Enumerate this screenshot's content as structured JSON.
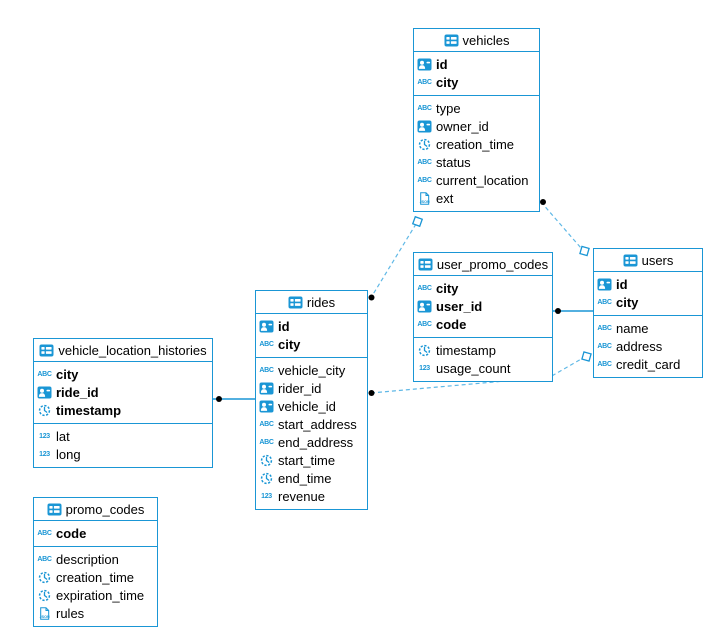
{
  "diagram": {
    "colors": {
      "accent": "#1a96d5",
      "wire": "#5fb8e6",
      "marker_dot": "#000000",
      "background": "#ffffff"
    },
    "icon_glyphs": {
      "string": "ABC",
      "number": "123",
      "json": "JSON"
    },
    "tables": [
      {
        "name": "vehicles",
        "key_columns": [
          {
            "name": "id",
            "type": "uuid"
          },
          {
            "name": "city",
            "type": "string"
          }
        ],
        "columns": [
          {
            "name": "type",
            "type": "string"
          },
          {
            "name": "owner_id",
            "type": "uuid"
          },
          {
            "name": "creation_time",
            "type": "timestamp"
          },
          {
            "name": "status",
            "type": "string"
          },
          {
            "name": "current_location",
            "type": "string"
          },
          {
            "name": "ext",
            "type": "json"
          }
        ]
      },
      {
        "name": "user_promo_codes",
        "key_columns": [
          {
            "name": "city",
            "type": "string"
          },
          {
            "name": "user_id",
            "type": "uuid"
          },
          {
            "name": "code",
            "type": "string"
          }
        ],
        "columns": [
          {
            "name": "timestamp",
            "type": "timestamp"
          },
          {
            "name": "usage_count",
            "type": "number"
          }
        ]
      },
      {
        "name": "users",
        "key_columns": [
          {
            "name": "id",
            "type": "uuid"
          },
          {
            "name": "city",
            "type": "string"
          }
        ],
        "columns": [
          {
            "name": "name",
            "type": "string"
          },
          {
            "name": "address",
            "type": "string"
          },
          {
            "name": "credit_card",
            "type": "string"
          }
        ]
      },
      {
        "name": "rides",
        "key_columns": [
          {
            "name": "id",
            "type": "uuid"
          },
          {
            "name": "city",
            "type": "string"
          }
        ],
        "columns": [
          {
            "name": "vehicle_city",
            "type": "string"
          },
          {
            "name": "rider_id",
            "type": "uuid"
          },
          {
            "name": "vehicle_id",
            "type": "uuid"
          },
          {
            "name": "start_address",
            "type": "string"
          },
          {
            "name": "end_address",
            "type": "string"
          },
          {
            "name": "start_time",
            "type": "timestamp"
          },
          {
            "name": "end_time",
            "type": "timestamp"
          },
          {
            "name": "revenue",
            "type": "number"
          }
        ]
      },
      {
        "name": "vehicle_location_histories",
        "key_columns": [
          {
            "name": "city",
            "type": "string"
          },
          {
            "name": "ride_id",
            "type": "uuid"
          },
          {
            "name": "timestamp",
            "type": "timestamp"
          }
        ],
        "columns": [
          {
            "name": "lat",
            "type": "number"
          },
          {
            "name": "long",
            "type": "number"
          }
        ]
      },
      {
        "name": "promo_codes",
        "key_columns": [
          {
            "name": "code",
            "type": "string"
          }
        ],
        "columns": [
          {
            "name": "description",
            "type": "string"
          },
          {
            "name": "creation_time",
            "type": "timestamp"
          },
          {
            "name": "expiration_time",
            "type": "timestamp"
          },
          {
            "name": "rules",
            "type": "json"
          }
        ]
      }
    ],
    "relations": [
      {
        "from": "vehicles",
        "to": "users",
        "style": "dashed"
      },
      {
        "from": "rides",
        "to": "vehicles",
        "style": "dashed"
      },
      {
        "from": "rides",
        "to": "users",
        "style": "dashed"
      },
      {
        "from": "user_promo_codes",
        "to": "users",
        "style": "solid"
      },
      {
        "from": "vehicle_location_histories",
        "to": "rides",
        "style": "solid"
      }
    ]
  }
}
